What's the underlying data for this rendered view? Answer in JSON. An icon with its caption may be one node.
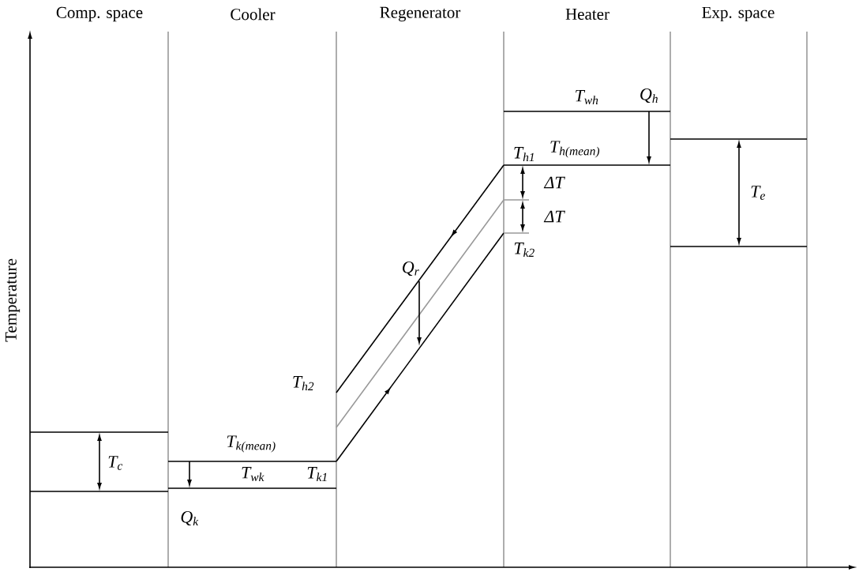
{
  "diagram": {
    "labels": [
      "Comp. space",
      "Cooler",
      "Regenerator",
      "Heater",
      "Exp. space",
      "Temperature",
      "T$_{wh}$",
      "Q$_{h}$",
      "T$_{h1}$",
      "T$_{h(mean)}$",
      "ΔT",
      "ΔT",
      "T$_{k2}$",
      "T$_{e}$",
      "Q$_{r}$",
      "T$_{h2}$",
      "T$_{c}$",
      "T$_{k(mean)}$",
      "T$_{wk}$",
      "T$_{k1}$",
      "Q$_{k}$"
    ]
  }
}
